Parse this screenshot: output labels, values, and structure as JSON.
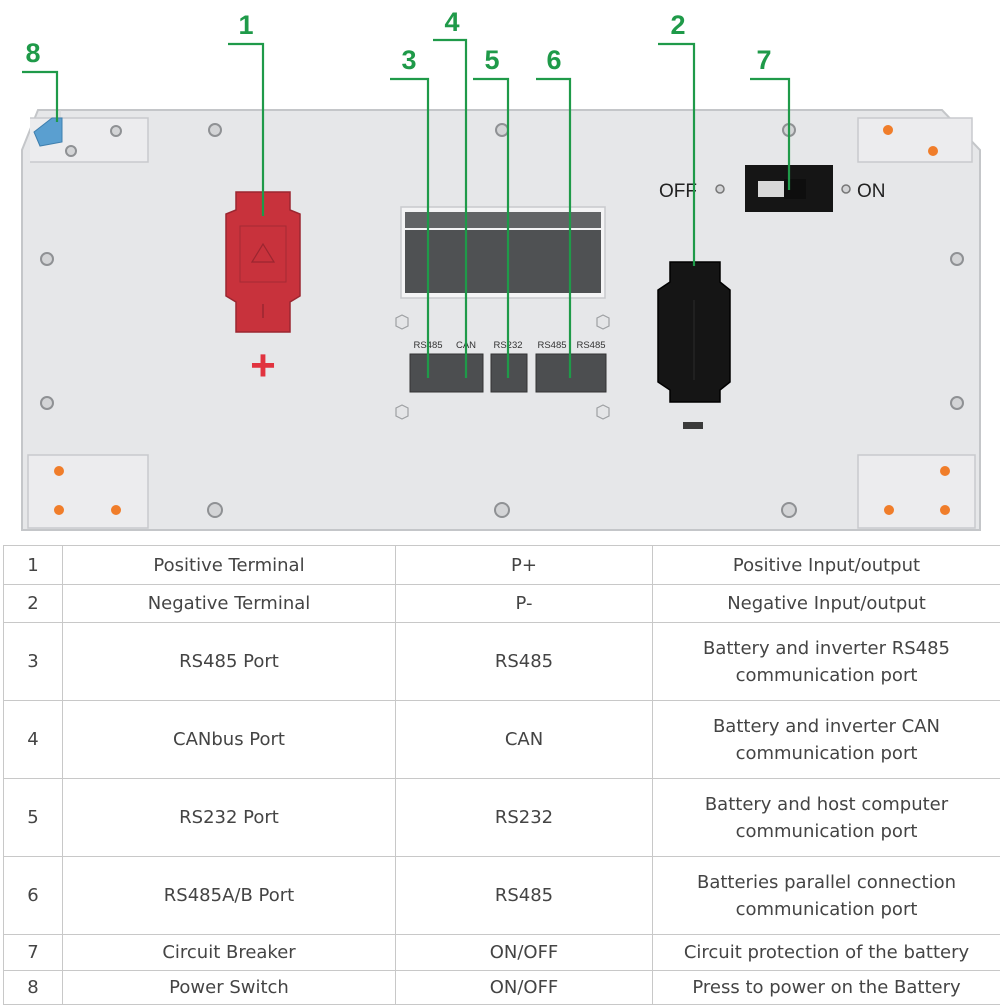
{
  "callouts": [
    "1",
    "2",
    "3",
    "4",
    "5",
    "6",
    "7",
    "8"
  ],
  "panel": {
    "positive_symbol": "+",
    "negative_symbol": "−",
    "switch_off_label": "OFF",
    "switch_on_label": "ON",
    "ports": [
      "RS485",
      "CAN",
      "RS232",
      "RS485",
      "RS485"
    ]
  },
  "colors": {
    "callout_green": "#1f9a49",
    "positive_red": "#c8323c",
    "negative_black": "#151515",
    "panel_gray": "#e6e7e9",
    "screw_orange": "#f07d2a"
  },
  "table": {
    "rows": [
      {
        "no": "1",
        "name": "Positive Terminal",
        "mark": "P+",
        "desc": "Positive Input/output"
      },
      {
        "no": "2",
        "name": "Negative Terminal",
        "mark": "P-",
        "desc": "Negative Input/output"
      },
      {
        "no": "3",
        "name": "RS485 Port",
        "mark": "RS485",
        "desc": "Battery and inverter RS485 communication port"
      },
      {
        "no": "4",
        "name": "CANbus Port",
        "mark": "CAN",
        "desc": "Battery and inverter CAN communication port"
      },
      {
        "no": "5",
        "name": "RS232 Port",
        "mark": "RS232",
        "desc": "Battery and host computer communication port"
      },
      {
        "no": "6",
        "name": "RS485A/B Port",
        "mark": "RS485",
        "desc": "Batteries parallel connection communication port"
      },
      {
        "no": "7",
        "name": "Circuit Breaker",
        "mark": "ON/OFF",
        "desc": "Circuit protection of the battery"
      },
      {
        "no": "8",
        "name": "Power Switch",
        "mark": "ON/OFF",
        "desc": "Press to power on the Battery"
      }
    ]
  }
}
